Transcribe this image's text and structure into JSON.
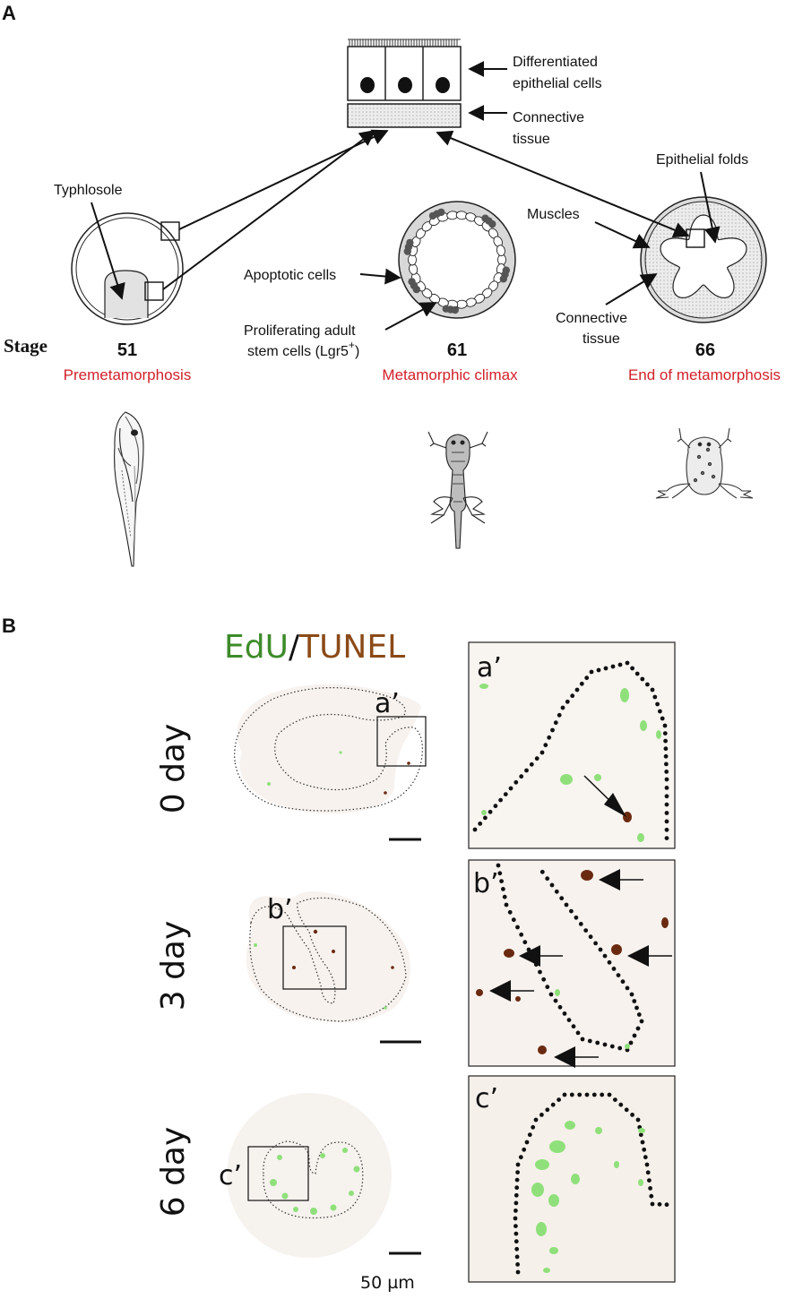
{
  "panel_a": {
    "letter": "A",
    "wall_labels": {
      "differentiated": [
        "Differentiated",
        "epithelial cells"
      ],
      "connective": [
        "Connective",
        "tissue"
      ]
    },
    "annotations": {
      "typhlosole": "Typhlosole",
      "apoptotic": "Apoptotic cells",
      "proliferating_1": "Proliferating adult",
      "proliferating_2": "stem cells (Lgr5",
      "proliferating_sup": "+",
      "proliferating_close": ")",
      "epithelial_folds": "Epithelial folds",
      "muscles": "Muscles",
      "connective_1": "Connective",
      "connective_2": "tissue"
    },
    "stage_word": "Stage",
    "stages": [
      {
        "number": "51",
        "phase": "Premetamorphosis"
      },
      {
        "number": "61",
        "phase": "Metamorphic climax"
      },
      {
        "number": "66",
        "phase": "End of metamorphosis"
      }
    ],
    "colors": {
      "phase_red": "#d2202a",
      "gray_fill": "#e0e0e0",
      "dark_cell": "#555555"
    }
  },
  "panel_b": {
    "letter": "B",
    "title_edu": "EdU",
    "title_sep": "/",
    "title_tunel": "TUNEL",
    "colors": {
      "edu_green": "#3d8b2a",
      "tunel_brown": "#8b4a17",
      "edu_dot": "#8fe07a",
      "tunel_dot": "#6a2a10"
    },
    "rows": [
      {
        "day": "0 day",
        "zoom": "a’"
      },
      {
        "day": "3 day",
        "zoom": "b’"
      },
      {
        "day": "6 day",
        "zoom": "c’"
      }
    ],
    "scale_bar": "50 µm"
  }
}
